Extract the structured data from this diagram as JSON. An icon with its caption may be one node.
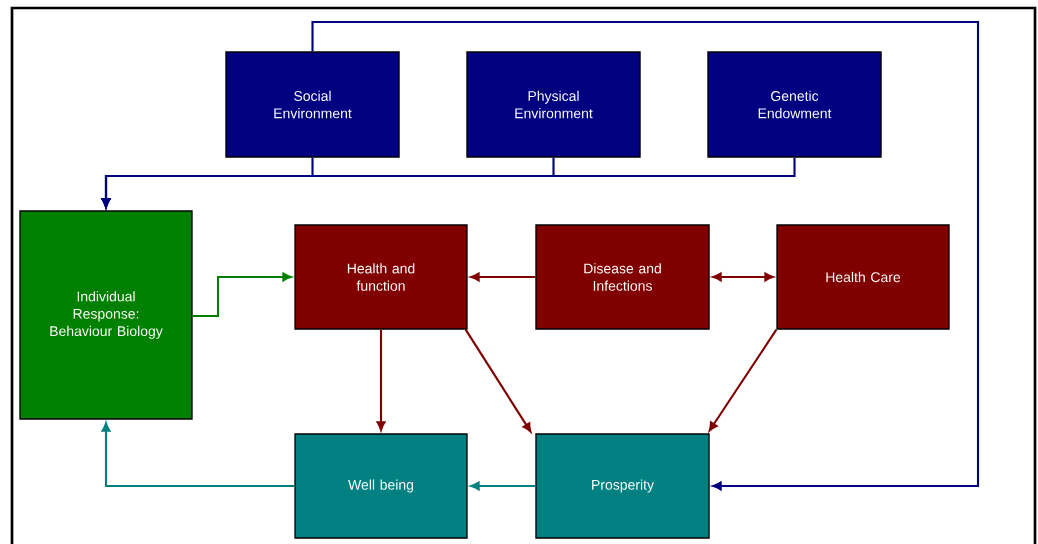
{
  "diagram": {
    "nodes": [
      {
        "text": [
          "Social Environment"
        ]
      },
      {
        "text": [
          "Physical Environment"
        ]
      },
      {
        "text": [
          "Genetic Endowment"
        ]
      },
      {
        "text": [
          "Individual Response: Behaviour Biology"
        ]
      },
      {
        "text": [
          "Health and function"
        ]
      },
      {
        "text": [
          "Disease and Infections"
        ]
      },
      {
        "text": [
          "Health Care"
        ]
      },
      {
        "text": [
          "Well being"
        ]
      },
      {
        "text": [
          "Prosperity"
        ]
      }
    ],
    "edges": [
      {
        "from": 0,
        "to": 3,
        "arrow": "to",
        "color": "#000080"
      },
      {
        "from": 1,
        "to": 3,
        "arrow": "to",
        "color": "#000080"
      },
      {
        "from": 2,
        "to": 3,
        "arrow": "to",
        "color": "#000080"
      },
      {
        "from": 0,
        "to": 8,
        "arrow": "to",
        "color": "#000080"
      },
      {
        "from": 3,
        "to": 4,
        "arrow": "to",
        "color": "#008000"
      },
      {
        "from": 5,
        "to": 4,
        "arrow": "to"
      },
      {
        "from": 5,
        "to": 6,
        "arrow": "both"
      },
      {
        "from": 4,
        "to": 7,
        "arrow": "to"
      },
      {
        "from": 4,
        "to": 8,
        "arrow": "to"
      },
      {
        "from": 6,
        "to": 8,
        "arrow": "to"
      },
      {
        "from": 8,
        "to": 7,
        "arrow": "to",
        "color": "#008080"
      },
      {
        "from": 7,
        "to": 3,
        "arrow": "to",
        "color": "#008080"
      }
    ]
  }
}
